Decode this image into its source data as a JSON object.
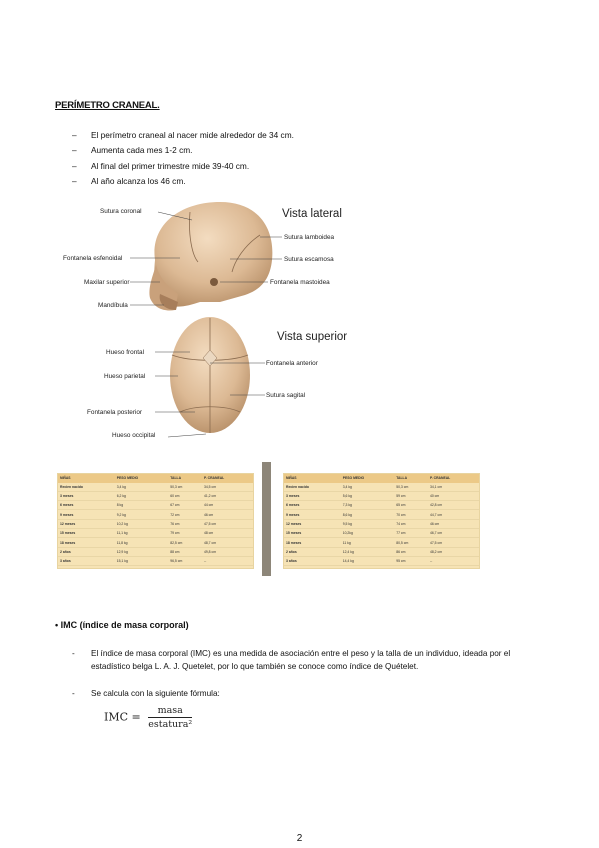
{
  "section1": {
    "title": "PERÍMETRO CRANEAL.",
    "bullet_marker": "–",
    "items": [
      "El perímetro craneal al nacer mide alrededor de 34 cm.",
      "Aumenta cada mes 1-2 cm.",
      "Al final del primer trimestre mide 39-40 cm.",
      "Al año alcanza los 46 cm."
    ]
  },
  "figure": {
    "lateral": {
      "title": "Vista lateral",
      "labels": [
        "Sutura coronal",
        "Sutura lamboidea",
        "Fontanela esfenoidal",
        "Sutura escamosa",
        "Maxilar superior",
        "Fontanela mastoidea",
        "Mandíbula"
      ]
    },
    "superior": {
      "title": "Vista superior",
      "labels": [
        "Hueso frontal",
        "Fontanela anterior",
        "Hueso parietal",
        "Sutura sagital",
        "Fontanela posterior",
        "Hueso occipital"
      ]
    }
  },
  "tables": [
    {
      "headers": [
        "NIÑAS",
        "PESO MEDIO",
        "TALLA",
        "P. CRANEAL"
      ],
      "rows": [
        [
          "Recien nacido",
          "3,4 kg",
          "50,3 cm",
          "34,5 cm"
        ],
        [
          "3 meses",
          "6,2 kg",
          "60 cm",
          "41,2 cm"
        ],
        [
          "6 meses",
          "8 kg",
          "67 cm",
          "44 cm"
        ],
        [
          "9 meses",
          "9,2 kg",
          "72 cm",
          "46 cm"
        ],
        [
          "12 meses",
          "10,2 kg",
          "76 cm",
          "47,5 cm"
        ],
        [
          "15 meses",
          "11,1 kg",
          "79 cm",
          "48 cm"
        ],
        [
          "18 meses",
          "11,8 kg",
          "82,5 cm",
          "48,7 cm"
        ],
        [
          "2 años",
          "12,9 kg",
          "88 cm",
          "49,8 cm"
        ],
        [
          "3 años",
          "15,1 kg",
          "96,5 cm",
          "--"
        ]
      ]
    },
    {
      "headers": [
        "NIÑAS",
        "PESO MEDIO",
        "TALLA",
        "P. CRANEAL"
      ],
      "rows": [
        [
          "Recien nacido",
          "3,4 kg",
          "50,3 cm",
          "34,1 cm"
        ],
        [
          "3 meses",
          "5,6 kg",
          "59 cm",
          "40 cm"
        ],
        [
          "6 meses",
          "7,3 kg",
          "65 cm",
          "42,8 cm"
        ],
        [
          "9 meses",
          "8,6 kg",
          "70 cm",
          "44,7 cm"
        ],
        [
          "12 meses",
          "9,5 kg",
          "74 cm",
          "46 cm"
        ],
        [
          "15 meses",
          "10,2kg",
          "77 cm",
          "46,7 cm"
        ],
        [
          "18 meses",
          "11 kg",
          "80,5 cm",
          "47,5 cm"
        ],
        [
          "2 años",
          "12,4 kg",
          "86 cm",
          "48,2 cm"
        ],
        [
          "3 años",
          "14,4 kg",
          "95 cm",
          "--"
        ]
      ]
    }
  ],
  "section2": {
    "title": "• IMC (índice de masa corporal)",
    "bullet_marker": "-",
    "para1": "El índice de masa corporal (IMC) es una medida de asociación entre el peso y la talla de un individuo, ideada por el estadístico belga L. A. J. Quetelet, por lo que también se conoce como índice de Quételet.",
    "para2": "Se calcula con la siguiente fórmula:",
    "formula": {
      "lhs": "IMC =",
      "numerator": "masa",
      "denominator": "estatura²"
    }
  },
  "page_number": "2"
}
